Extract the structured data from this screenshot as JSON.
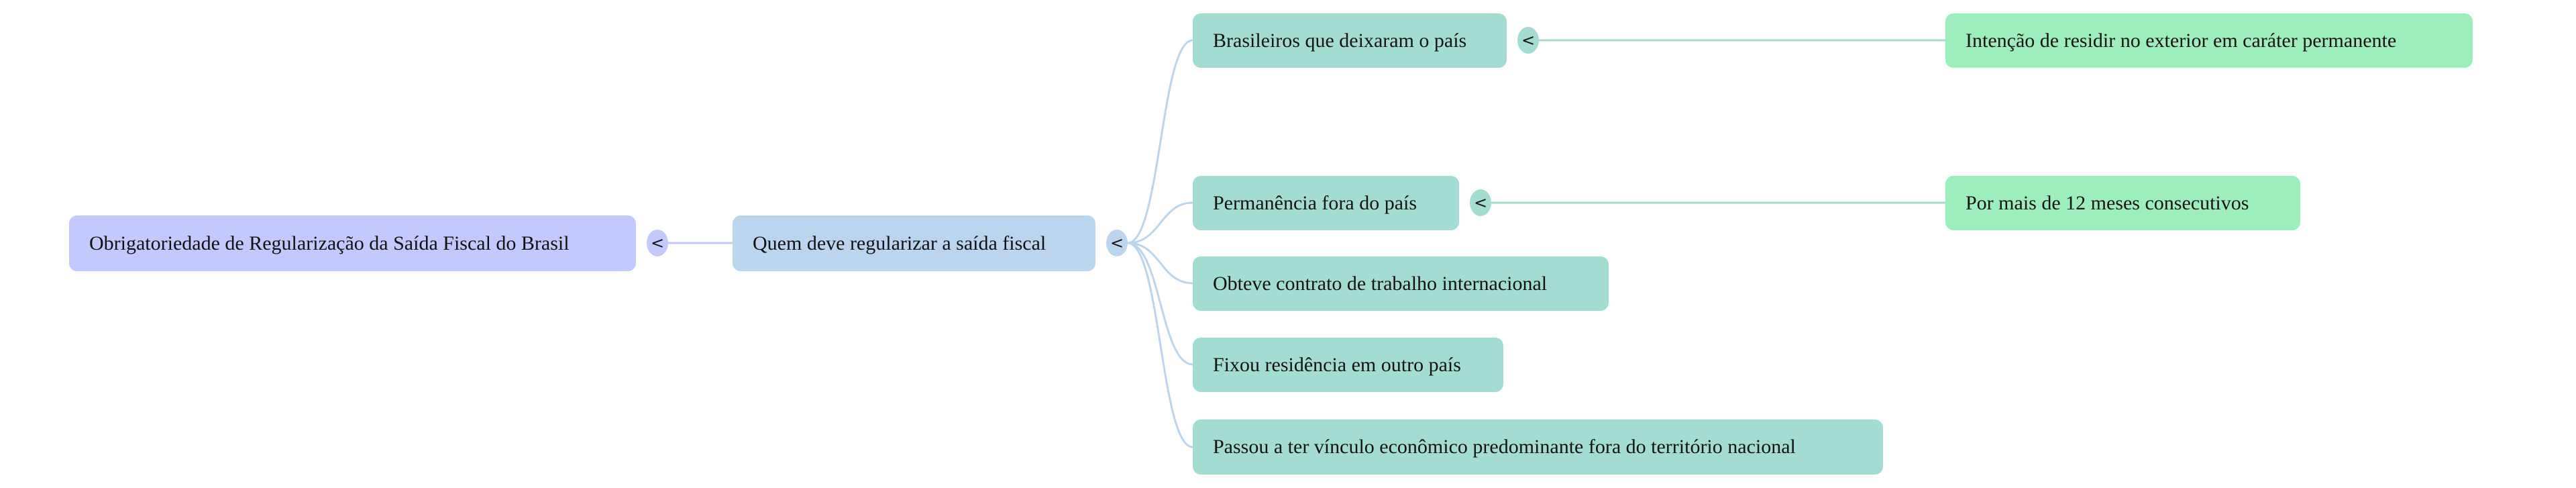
{
  "root": {
    "label": "Obrigatoriedade de Regularização da Saída Fiscal do Brasil"
  },
  "level1": {
    "label": "Quem deve regularizar a saída fiscal"
  },
  "level2": [
    {
      "label": "Brasileiros que deixaram o país"
    },
    {
      "label": "Permanência fora do país"
    },
    {
      "label": "Obteve contrato de trabalho internacional"
    },
    {
      "label": "Fixou residência em outro país"
    },
    {
      "label": "Passou a ter vínculo econômico predominante fora do território nacional"
    }
  ],
  "level3": [
    {
      "label": "Intenção de residir no exterior em caráter permanente"
    },
    {
      "label": "Por mais de 12 meses consecutivos"
    }
  ],
  "toggle_glyph": "<",
  "colors": {
    "root": "#c3c8fd",
    "level1": "#bcd5ee",
    "level2": "#a3ddd2",
    "level3": "#9deebd"
  }
}
